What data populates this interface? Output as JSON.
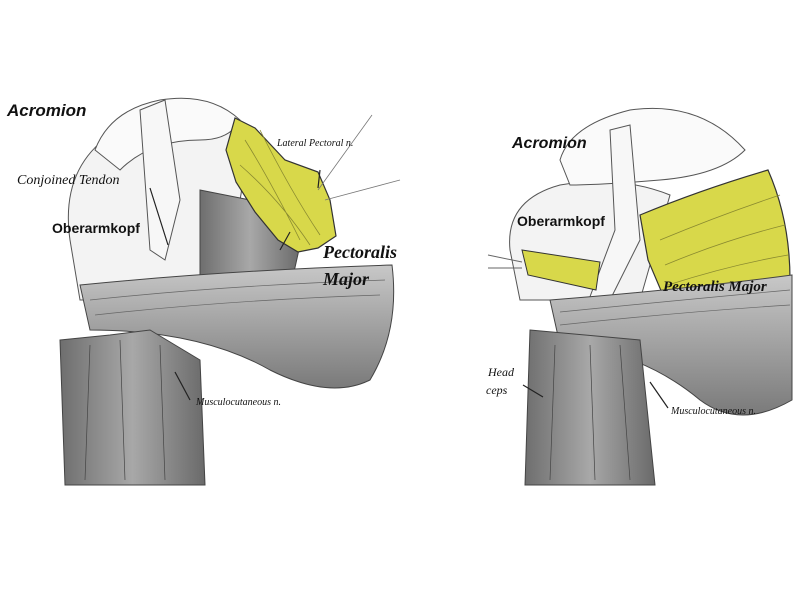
{
  "colors": {
    "highlight": "#d8d84a",
    "muscle_gray": "#9a9a9a",
    "bone": "#f2f2f2"
  },
  "left_figure": {
    "acromion": "Acromion",
    "conjoined_tendon": "Conjoined Tendon",
    "oberarmkopf": "Oberarmkopf",
    "lateral_pectoral": "Lateral Pectoral n.",
    "pectoralis_line1": "Pectoralis",
    "pectoralis_line2": "Major",
    "musculocutaneous": "Musculocutaneous n."
  },
  "right_figure": {
    "acromion": "Acromion",
    "oberarmkopf": "Oberarmkopf",
    "pectoralis": "Pectoralis Major",
    "head": "Head",
    "biceps_partial": "ceps",
    "musculocutaneous": "Musculocutaneous n."
  }
}
